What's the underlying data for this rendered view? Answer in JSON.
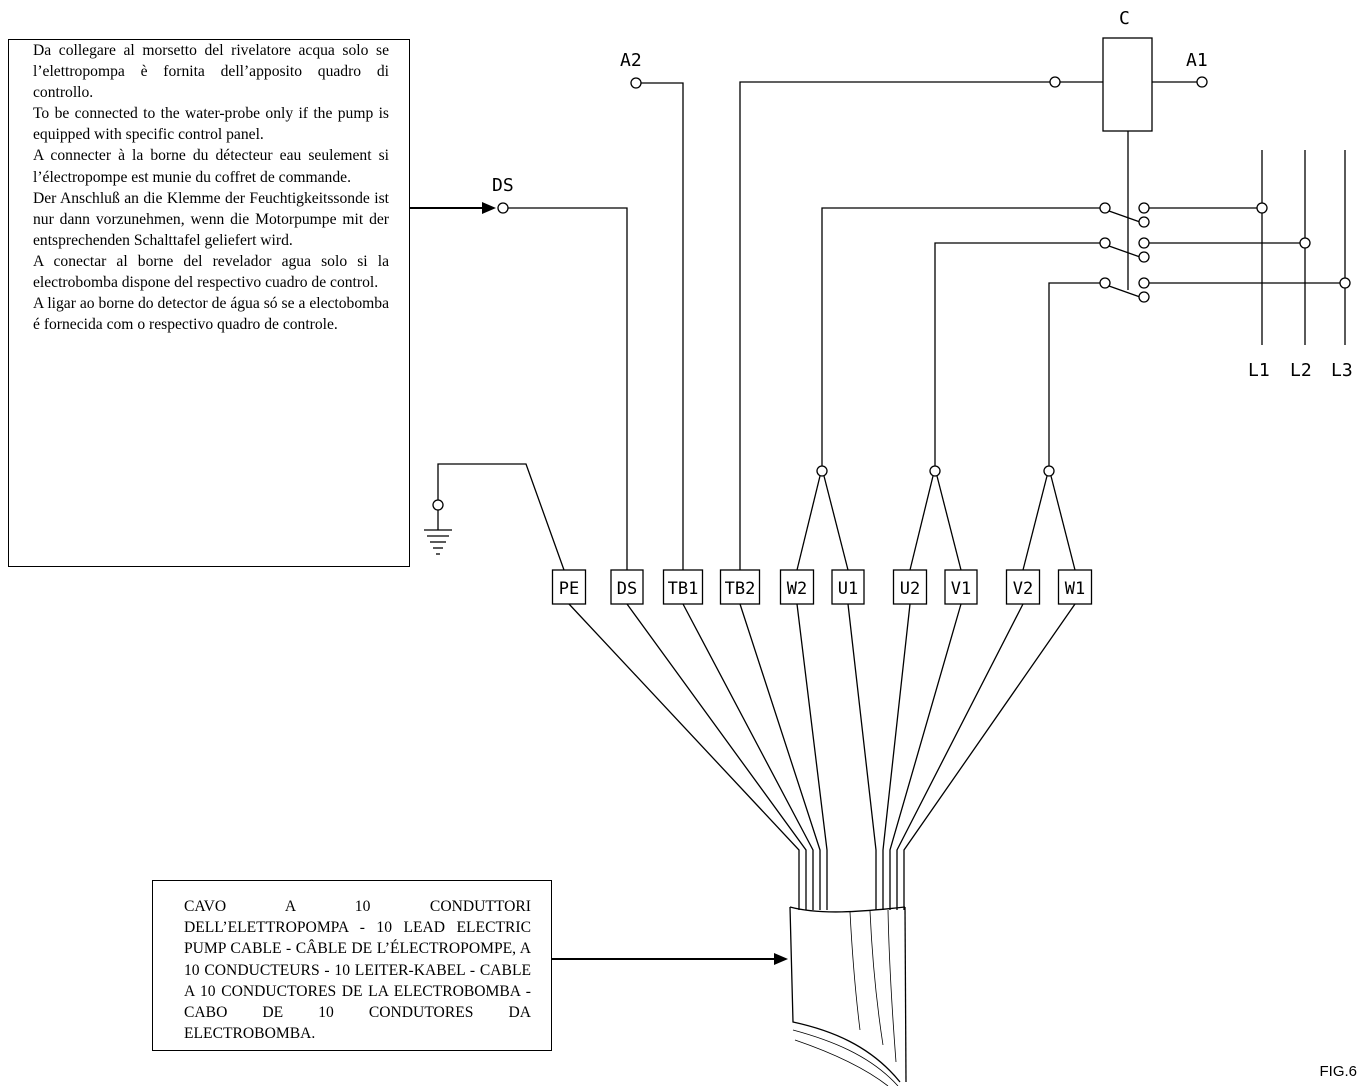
{
  "notes": {
    "water_probe": [
      "Da collegare al morsetto del rivelatore acqua solo se l’elettropompa è fornita dell’apposito quadro di controllo.",
      "To be connected to the water-probe only if the pump is equipped with specific control panel.",
      "A connecter à la borne du détecteur eau seulement si l’électropompe est munie du coffret de commande.",
      "Der Anschluß an die Klemme der Feuchtigkeitssonde ist nur dann vorzunehmen, wenn die Motorpumpe mit der entsprechenden Schalttafel geliefert wird.",
      "A conectar al borne del revelador agua solo si la electrobomba dispone del respectivo cuadro de control.",
      "A ligar ao borne do detector de água só se a electobomba é fornecida com o respectivo quadro de controle."
    ],
    "cable": "CAVO A 10 CONDUTTORI DELL’ELETTROPOMPA - 10 LEAD ELECTRIC PUMP CABLE - CÂBLE DE L’ÉLECTROPOMPE, A 10 CONDUCTEURS - 10 LEITER-KABEL - CABLE A 10 CONDUCTORES DE LA ELECTROBOMBA - CABO DE 10 CONDUTORES DA ELECTROBOMBA."
  },
  "labels": {
    "contactor": "C",
    "a1": "A1",
    "a2": "A2",
    "ds": "DS",
    "lines": [
      "L1",
      "L2",
      "L3"
    ]
  },
  "terminals": [
    "PE",
    "DS",
    "TB1",
    "TB2",
    "W2",
    "U1",
    "U2",
    "V1",
    "V2",
    "W1"
  ],
  "figure": "FIG.6",
  "colors": {
    "ink": "#000000",
    "paper": "#ffffff"
  }
}
